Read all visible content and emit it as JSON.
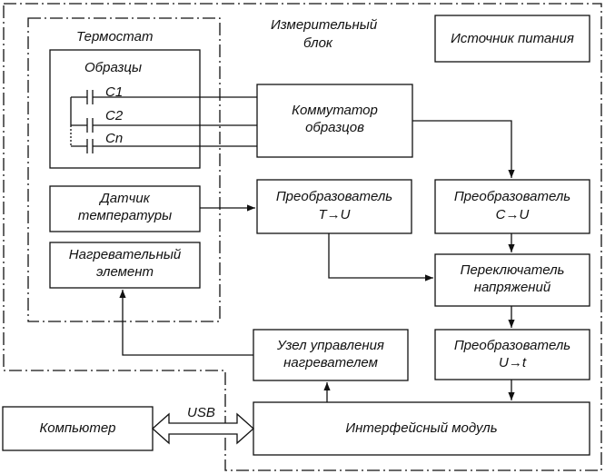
{
  "labels": {
    "thermostat": "Термостат",
    "samples": "Образцы",
    "c1": "C1",
    "c2": "C2",
    "cn": "Cn",
    "measuring_block_line1": "Измерительный",
    "measuring_block_line2": "блок",
    "power_supply": "Источник питания",
    "commutator_line1": "Коммутатор",
    "commutator_line2": "образцов",
    "temp_sensor_line1": "Датчик",
    "temp_sensor_line2": "температуры",
    "converter_t_line1": "Преобразователь",
    "converter_t_line2": "T→U",
    "converter_c_line1": "Преобразователь",
    "converter_c_line2": "C→U",
    "heater_line1": "Нагревательный",
    "heater_line2": "элемент",
    "voltage_switch_line1": "Переключатель",
    "voltage_switch_line2": "напряжений",
    "converter_u_line1": "Преобразователь",
    "converter_u_line2": "U→t",
    "heater_control_line1": "Узел управления",
    "heater_control_line2": "нагревателем",
    "computer": "Компьютер",
    "usb": "USB",
    "interface_module": "Интерфейсный модуль"
  }
}
